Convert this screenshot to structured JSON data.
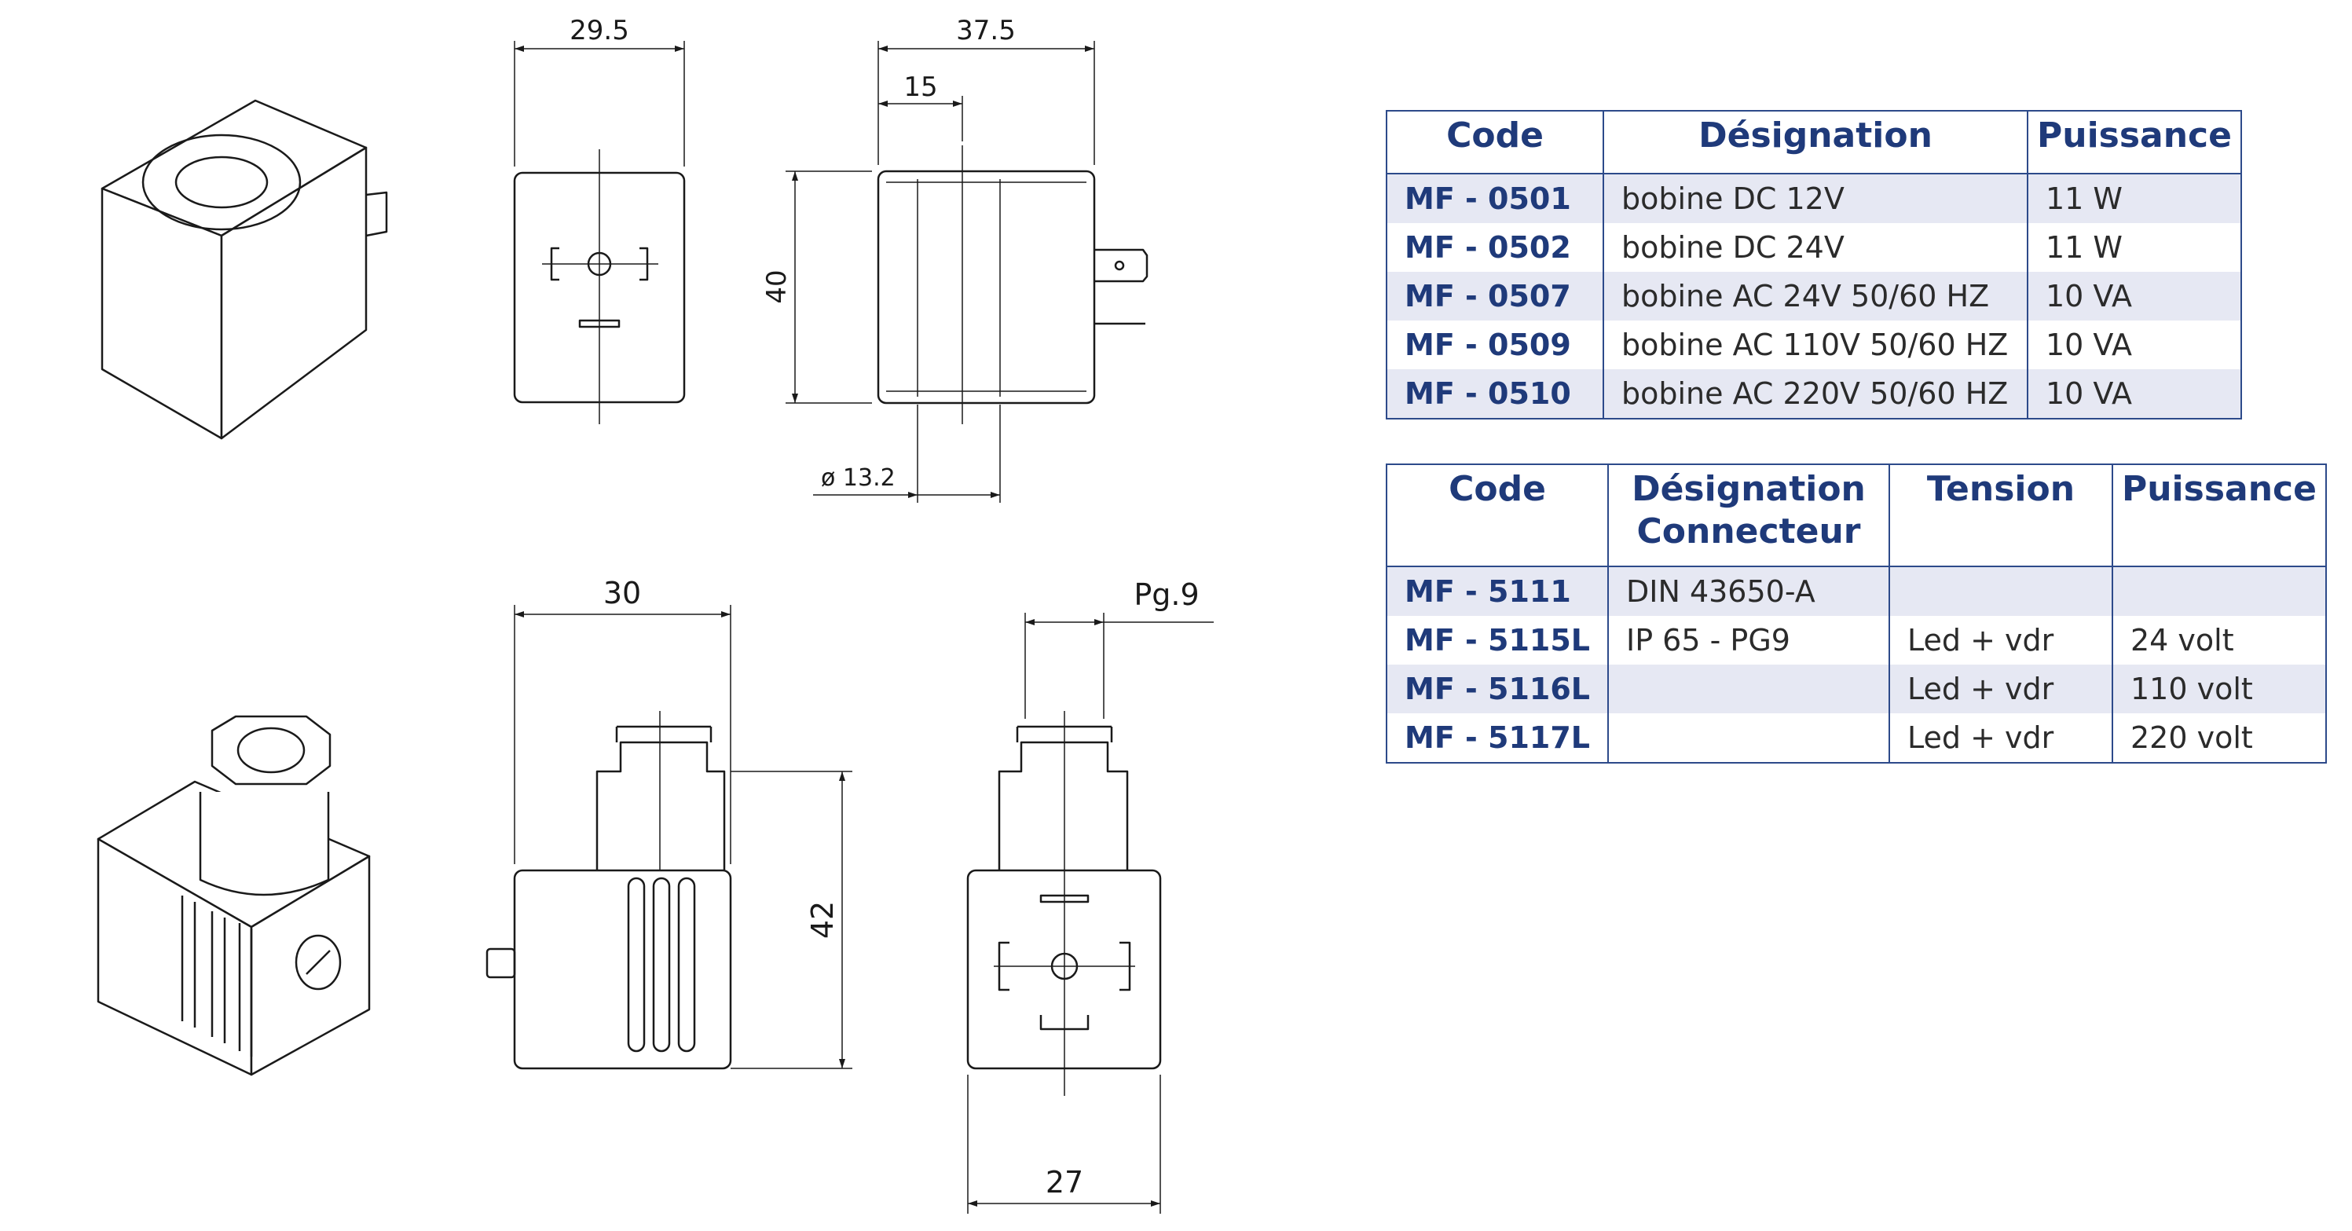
{
  "dimensions": {
    "coil_width": "29.5",
    "coil_length": "37.5",
    "offset": "15",
    "coil_height": "40",
    "bore": "ø 13.2",
    "connector_width": "30",
    "thread": "Pg.9",
    "connector_height": "42",
    "connector_depth": "27"
  },
  "table_coils": {
    "headers": [
      "Code",
      "Désignation",
      "Puissance"
    ],
    "rows": [
      {
        "code": "MF - 0501",
        "designation": "bobine DC 12V",
        "power": "11 W"
      },
      {
        "code": "MF - 0502",
        "designation": "bobine DC 24V",
        "power": "11 W"
      },
      {
        "code": "MF - 0507",
        "designation": "bobine AC 24V 50/60 HZ",
        "power": "10 VA"
      },
      {
        "code": "MF - 0509",
        "designation": "bobine AC 110V 50/60 HZ",
        "power": "10 VA"
      },
      {
        "code": "MF - 0510",
        "designation": "bobine AC 220V 50/60 HZ",
        "power": "10 VA"
      }
    ]
  },
  "table_connectors": {
    "headers": [
      "Code",
      "Désignation Connecteur",
      "Tension",
      "Puissance"
    ],
    "rows": [
      {
        "code": "MF - 5111",
        "designation": "DIN 43650-A",
        "voltage": "",
        "power": ""
      },
      {
        "code": "MF - 5115L",
        "designation": "IP 65 - PG9",
        "voltage": "Led + vdr",
        "power": "24 volt"
      },
      {
        "code": "MF - 5116L",
        "designation": "",
        "voltage": "Led + vdr",
        "power": "110 volt"
      },
      {
        "code": "MF - 5117L",
        "designation": "",
        "voltage": "Led + vdr",
        "power": "220 volt"
      }
    ]
  },
  "colors": {
    "header_text": "#1f3a7a",
    "border": "#2d4a8a",
    "row_shade": "#e6e8f3"
  }
}
